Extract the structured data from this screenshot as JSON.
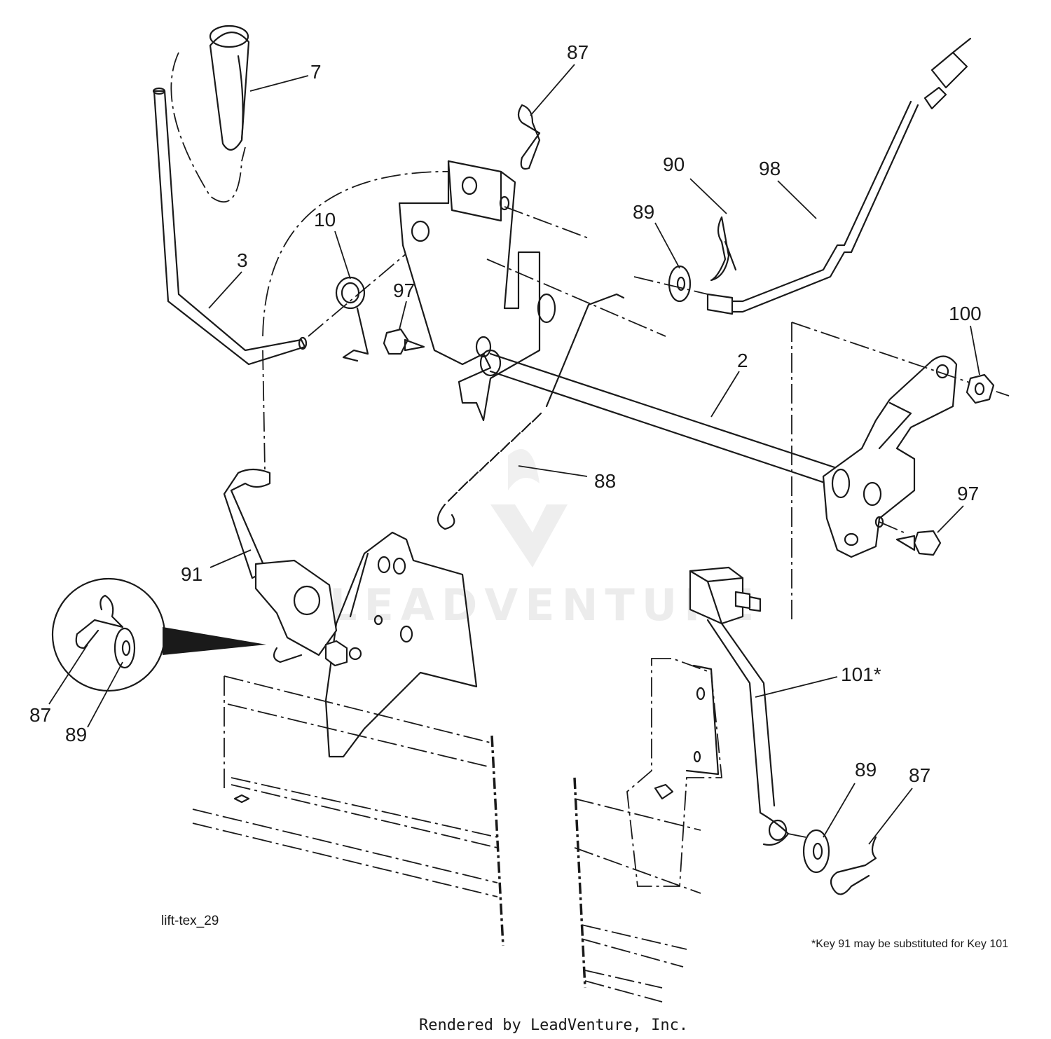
{
  "callouts": [
    {
      "id": "c7",
      "label": "7"
    },
    {
      "id": "c87a",
      "label": "87"
    },
    {
      "id": "c90",
      "label": "90"
    },
    {
      "id": "c98",
      "label": "98"
    },
    {
      "id": "c89a",
      "label": "89"
    },
    {
      "id": "c10",
      "label": "10"
    },
    {
      "id": "c3",
      "label": "3"
    },
    {
      "id": "c97a",
      "label": "97"
    },
    {
      "id": "c100",
      "label": "100"
    },
    {
      "id": "c2",
      "label": "2"
    },
    {
      "id": "c88",
      "label": "88"
    },
    {
      "id": "c97b",
      "label": "97"
    },
    {
      "id": "c91",
      "label": "91"
    },
    {
      "id": "c87b",
      "label": "87"
    },
    {
      "id": "c89b",
      "label": "89"
    },
    {
      "id": "c101",
      "label": "101*"
    },
    {
      "id": "c89c",
      "label": "89"
    },
    {
      "id": "c87c",
      "label": "87"
    }
  ],
  "diagram_id": "lift-tex_29",
  "footnote": "*Key 91 may be substituted for Key 101",
  "rendered_by": "Rendered by LeadVenture, Inc.",
  "watermark": "LEADVENTURE",
  "icons": {
    "watermark_logo": "leadventure-logo-icon",
    "detail_inset": "magnified-detail-icon"
  }
}
